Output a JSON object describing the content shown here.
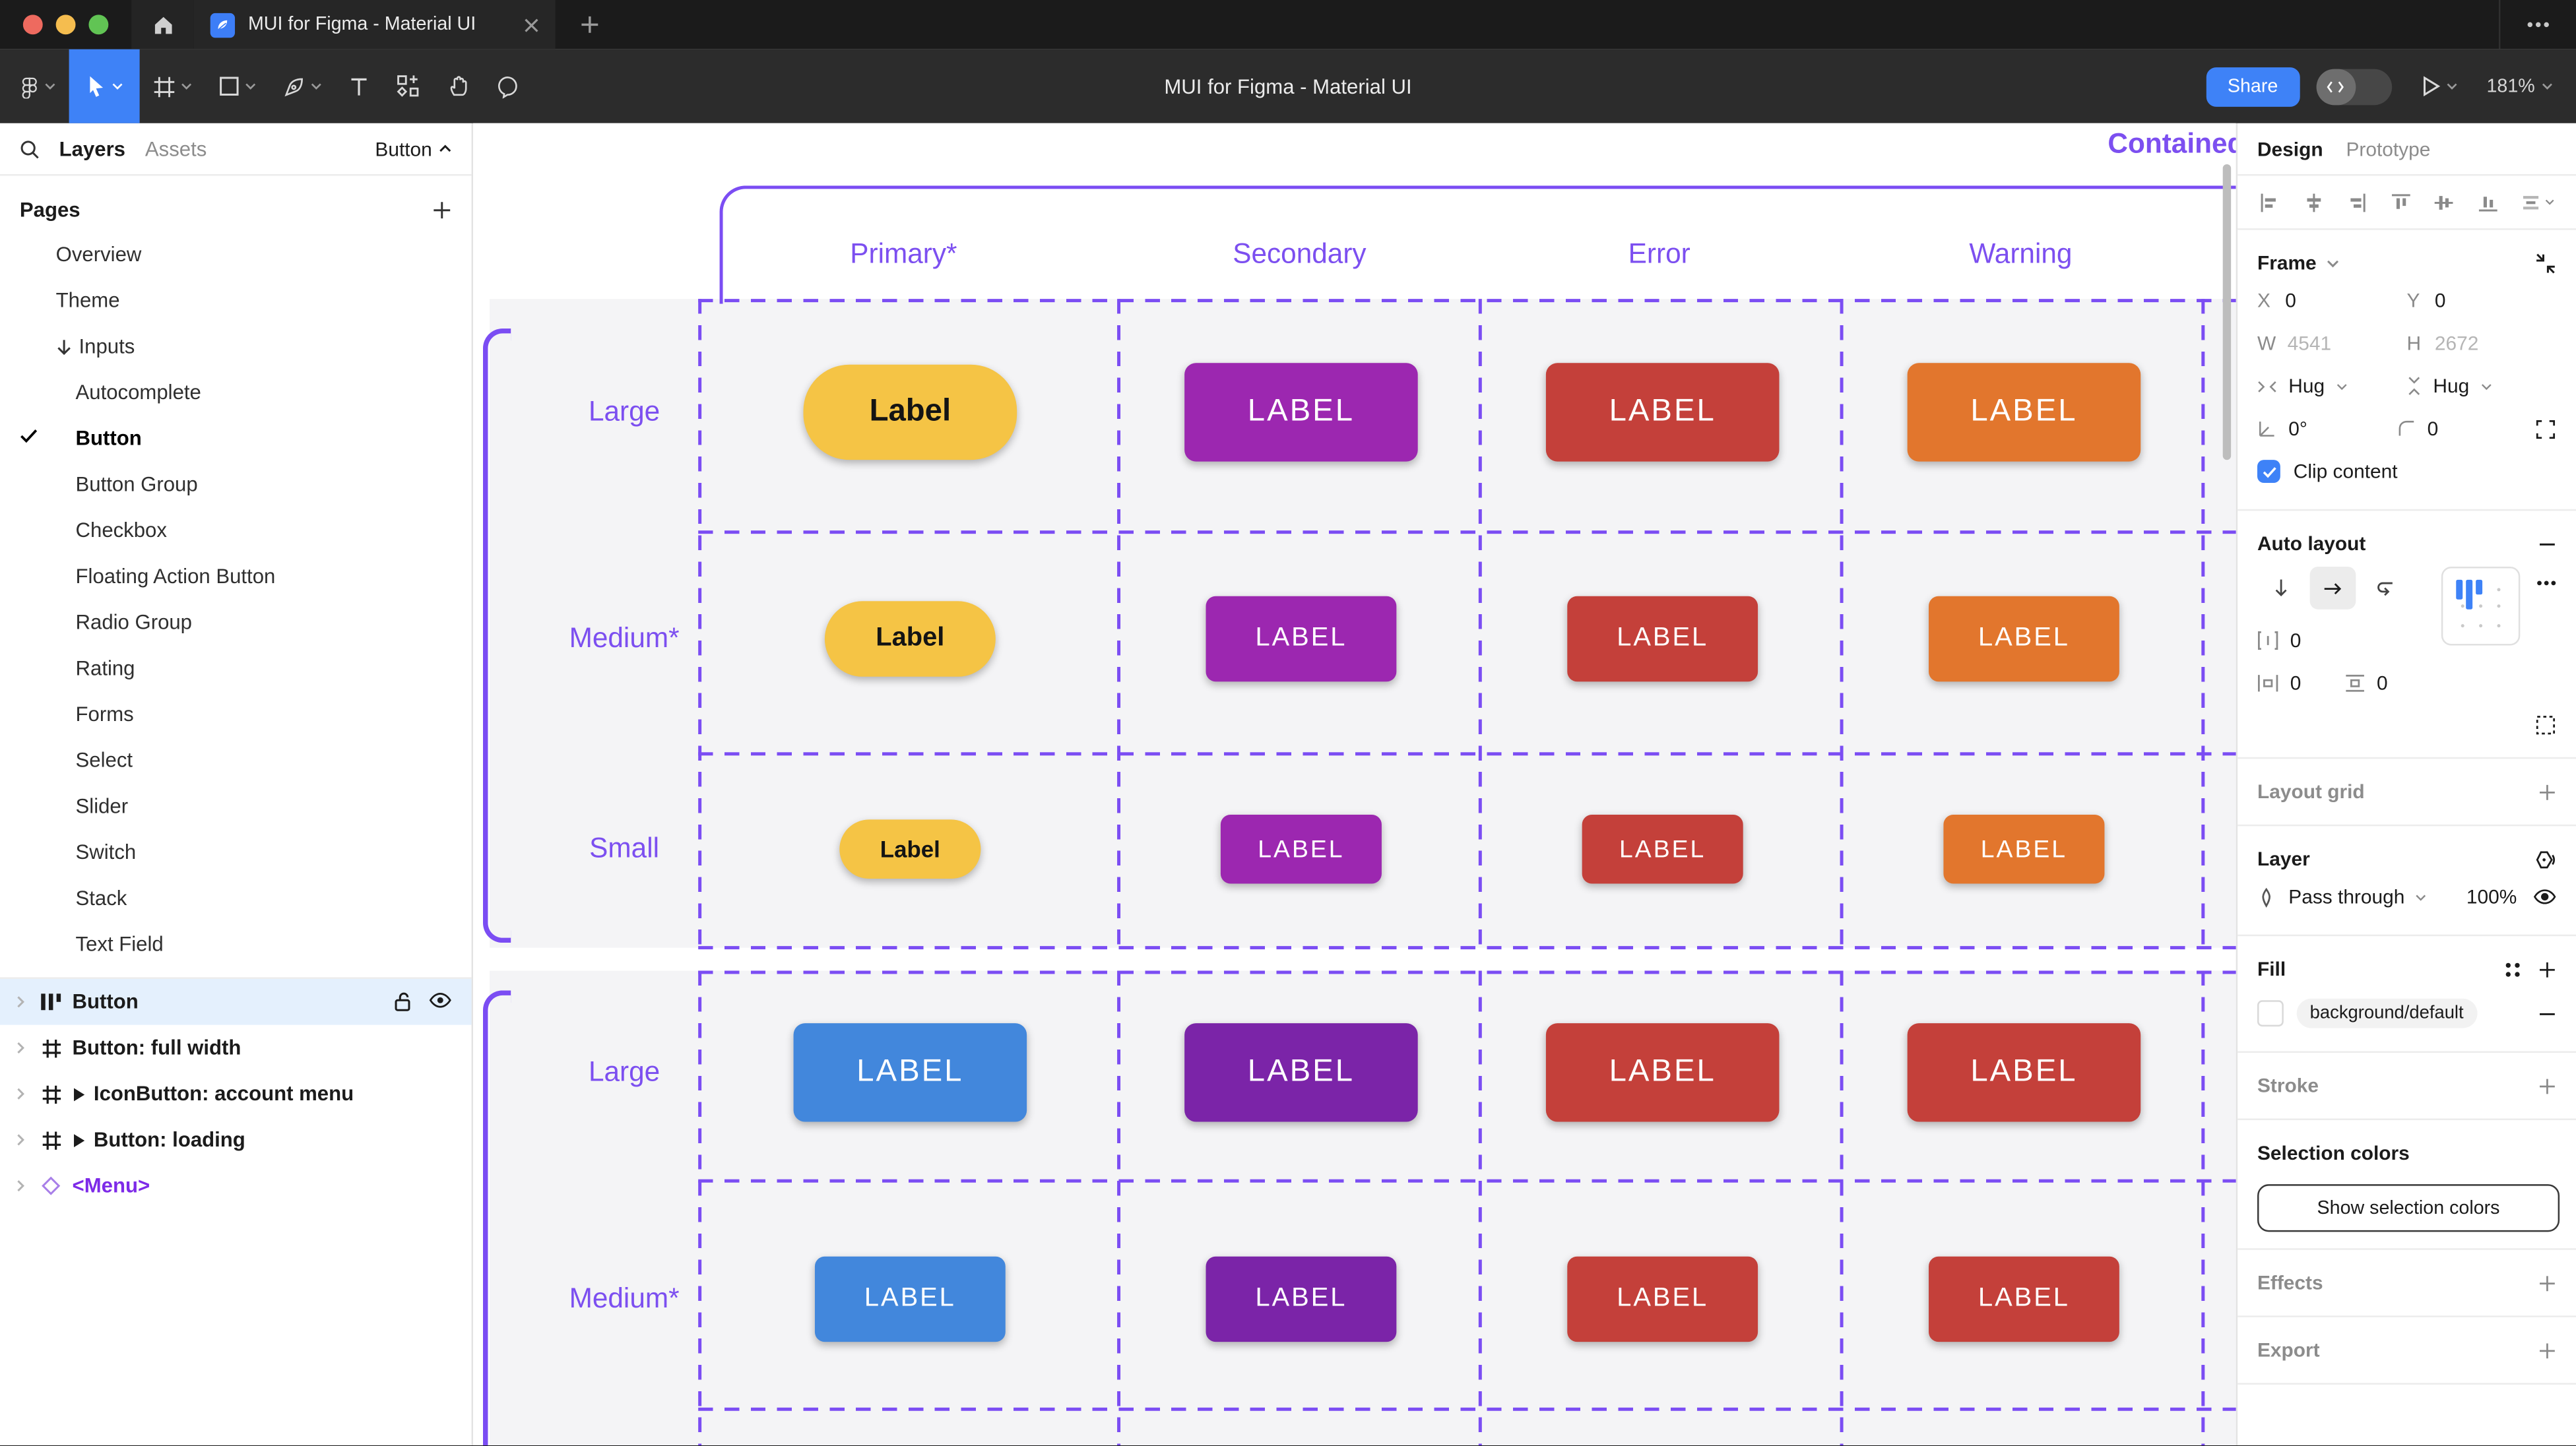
{
  "window": {
    "tab_title": "MUI for Figma - Material UI"
  },
  "toolbar": {
    "title": "MUI for Figma - Material UI",
    "share": "Share",
    "zoom": "181%"
  },
  "sidebar": {
    "tabs": [
      "Layers",
      "Assets"
    ],
    "page_selector": "Button",
    "pages_header": "Pages",
    "pages": [
      {
        "label": "Overview",
        "level": 1
      },
      {
        "label": "Theme",
        "level": 1
      },
      {
        "label": "Inputs",
        "level": 1,
        "arrow": true
      },
      {
        "label": "Autocomplete",
        "level": 2
      },
      {
        "label": "Button",
        "level": 2,
        "checked": true,
        "bold": true
      },
      {
        "label": "Button Group",
        "level": 2
      },
      {
        "label": "Checkbox",
        "level": 2
      },
      {
        "label": "Floating Action Button",
        "level": 2
      },
      {
        "label": "Radio Group",
        "level": 2
      },
      {
        "label": "Rating",
        "level": 2
      },
      {
        "label": "Forms",
        "level": 2
      },
      {
        "label": "Select",
        "level": 2
      },
      {
        "label": "Slider",
        "level": 2
      },
      {
        "label": "Switch",
        "level": 2
      },
      {
        "label": "Stack",
        "level": 2
      },
      {
        "label": "Text Field",
        "level": 2
      }
    ],
    "layers": [
      {
        "label": "Button",
        "type": "auto-layout",
        "selected": true
      },
      {
        "label": "Button: full width",
        "type": "frame"
      },
      {
        "label": "IconButton: account menu",
        "type": "frame",
        "expanded_marker": true
      },
      {
        "label": "Button: loading",
        "type": "frame",
        "expanded_marker": true
      },
      {
        "label": "<Menu>",
        "type": "component"
      }
    ]
  },
  "canvas": {
    "section_title": "Contained",
    "columns": [
      "Primary*",
      "Secondary",
      "Error",
      "Warning"
    ],
    "rows": [
      {
        "label": "Large",
        "size": "lg",
        "cells": [
          {
            "text": "Label",
            "palette": "amber",
            "shape": "pill"
          },
          {
            "text": "LABEL",
            "palette": "secondary"
          },
          {
            "text": "LABEL",
            "palette": "error"
          },
          {
            "text": "LABEL",
            "palette": "warning"
          }
        ]
      },
      {
        "label": "Medium*",
        "size": "md",
        "cells": [
          {
            "text": "Label",
            "palette": "amber",
            "shape": "pill"
          },
          {
            "text": "LABEL",
            "palette": "secondary"
          },
          {
            "text": "LABEL",
            "palette": "error"
          },
          {
            "text": "LABEL",
            "palette": "warning"
          }
        ]
      },
      {
        "label": "Small",
        "size": "sm",
        "cells": [
          {
            "text": "Label",
            "palette": "amber",
            "shape": "pill"
          },
          {
            "text": "LABEL",
            "palette": "secondary"
          },
          {
            "text": "LABEL",
            "palette": "error"
          },
          {
            "text": "LABEL",
            "palette": "warning"
          }
        ]
      },
      {
        "label": "Large",
        "size": "lg",
        "cells": [
          {
            "text": "LABEL",
            "palette": "primary"
          },
          {
            "text": "LABEL",
            "palette": "secondary_dark"
          },
          {
            "text": "LABEL",
            "palette": "error"
          },
          {
            "text": "LABEL",
            "palette": "error"
          }
        ]
      },
      {
        "label": "Medium*",
        "size": "md",
        "cells": [
          {
            "text": "LABEL",
            "palette": "primary"
          },
          {
            "text": "LABEL",
            "palette": "secondary_dark"
          },
          {
            "text": "LABEL",
            "palette": "error"
          },
          {
            "text": "LABEL",
            "palette": "error"
          }
        ]
      }
    ],
    "palette": {
      "amber": "#F5C445",
      "secondary": "#9C27B0",
      "error": "#C4403A",
      "warning": "#E2762D",
      "primary": "#4287DC",
      "secondary_dark": "#7B24A8"
    }
  },
  "panel": {
    "tabs": [
      "Design",
      "Prototype"
    ],
    "frame": {
      "title": "Frame",
      "x_label": "X",
      "x": "0",
      "y_label": "Y",
      "y": "0",
      "w_label": "W",
      "w": "4541",
      "h_label": "H",
      "h": "2672",
      "hug_h": "Hug",
      "hug_v": "Hug",
      "rotation": "0°",
      "corner_radius": "0",
      "clip_label": "Clip content"
    },
    "auto_layout": {
      "title": "Auto layout",
      "gap": "0",
      "padding_h": "0",
      "padding_v": "0"
    },
    "layout_grid": {
      "title": "Layout grid"
    },
    "layer": {
      "title": "Layer",
      "blend_mode": "Pass through",
      "opacity": "100%"
    },
    "fill": {
      "title": "Fill",
      "value": "background/default"
    },
    "stroke": {
      "title": "Stroke"
    },
    "selection_colors": {
      "title": "Selection colors",
      "button": "Show selection colors"
    },
    "effects": {
      "title": "Effects"
    },
    "export": {
      "title": "Export"
    }
  },
  "colors": {
    "accent_blue": "#3E82F7",
    "canvas_purple": "#7B4DF3",
    "purple_text": "#7C4FF0",
    "selected_row_bg": "#E4F0FD",
    "component_purple": "#7D2AE8",
    "traffic_red": "#EE6A5F",
    "traffic_yellow": "#F5BD4F",
    "traffic_green": "#61C454"
  }
}
